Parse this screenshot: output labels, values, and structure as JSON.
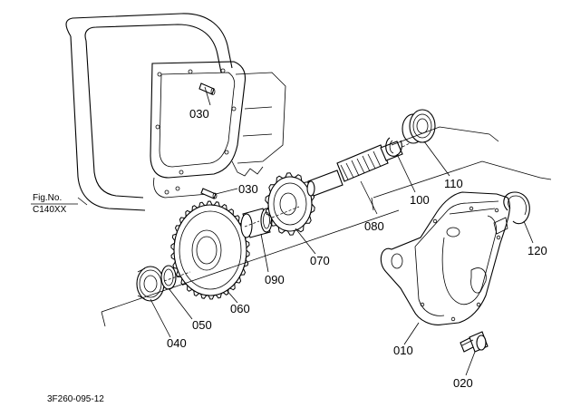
{
  "figure": {
    "fig_no_label": "Fig.No.",
    "fig_no_value": "C140XX",
    "drawing_code": "3F260-095-12"
  },
  "callouts": {
    "p030a": "030",
    "p030b": "030",
    "p040": "040",
    "p050": "050",
    "p060": "060",
    "p070": "070",
    "p080": "080",
    "p090": "090",
    "p100": "100",
    "p110": "110",
    "p120": "120",
    "p010": "010",
    "p020": "020"
  }
}
